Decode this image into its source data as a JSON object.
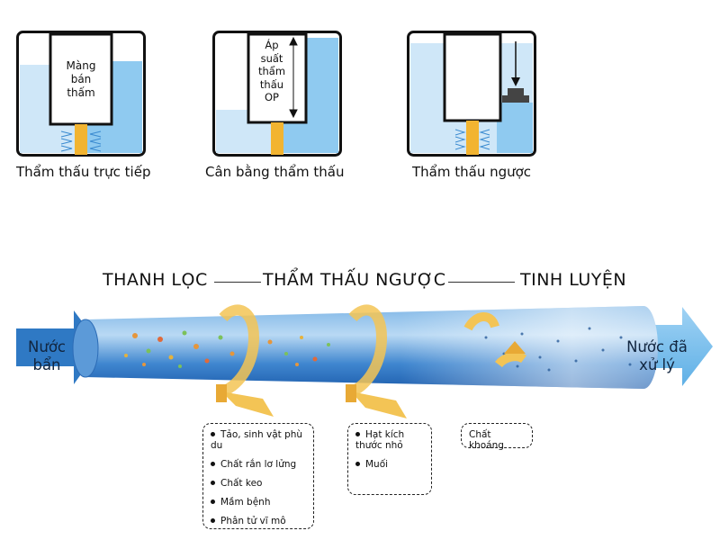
{
  "panels": [
    {
      "membrane_label_lines": [
        "Màng",
        "bán",
        "thấm"
      ],
      "caption": "Thẩm thấu trực tiếp"
    },
    {
      "pressure_label_lines": [
        "Áp",
        "suất",
        "thẩm",
        "thấu",
        "OP"
      ],
      "caption": "Cân bằng thẩm thấu"
    },
    {
      "caption": "Thẩm thấu ngược"
    }
  ],
  "stages": {
    "s1": "THANH LỌC",
    "s2": "THẨM THẤU NGƯỢC",
    "s3": "TINH LUYỆN"
  },
  "inlet_lines": [
    "Nước",
    "bẩn"
  ],
  "outlet_lines": [
    "Nước đã",
    "xử lý"
  ],
  "removed_box_1": [
    "Tảo, sinh vật phù du",
    "Chất rắn lơ lửng",
    "Chất keo",
    "Mầm bệnh",
    "Phân tử vĩ mô"
  ],
  "removed_box_2": [
    "Hạt kích thước nhỏ",
    "Muối"
  ],
  "mineral_box": "Chất khoáng",
  "colors": {
    "water_light": "#cfe7f8",
    "water_blue": "#8fcaf0",
    "membrane_yellow": "#f2b431",
    "pipe_blue": "#2f79c4",
    "arrow_yellow": "#f3c455"
  }
}
